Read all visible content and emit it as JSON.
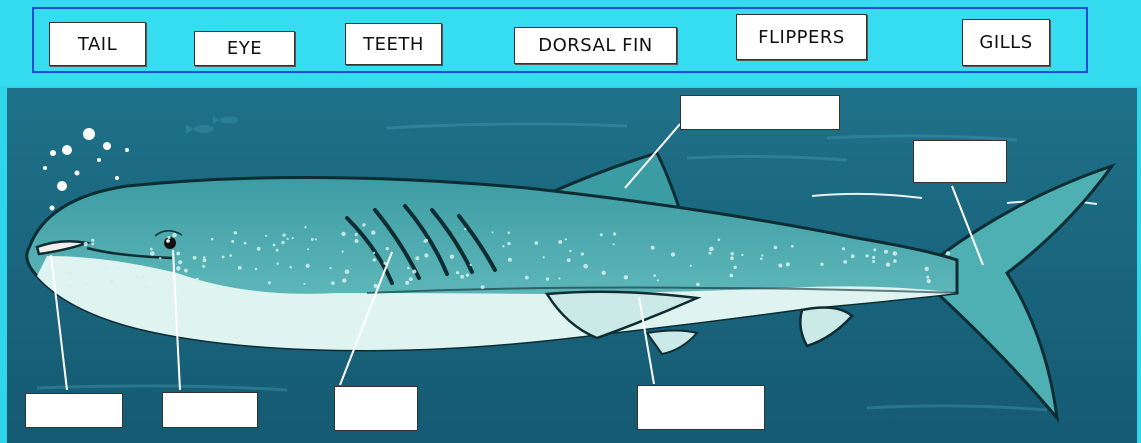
{
  "word_bank": {
    "labels": [
      "TAIL",
      "EYE",
      "TEETH",
      "DORSAL FIN",
      "FLIPPERS",
      "GILLS"
    ]
  },
  "colors": {
    "banner": "#35dcf0",
    "word_bank_border": "#1f4bd6",
    "sea_top": "#1e6f86",
    "sea_bottom": "#155a72",
    "shark_body": "#4fb0b3",
    "shark_belly": "#dff3f0"
  },
  "answer_boxes": [
    "",
    "",
    "",
    "",
    "",
    "",
    "",
    ""
  ]
}
